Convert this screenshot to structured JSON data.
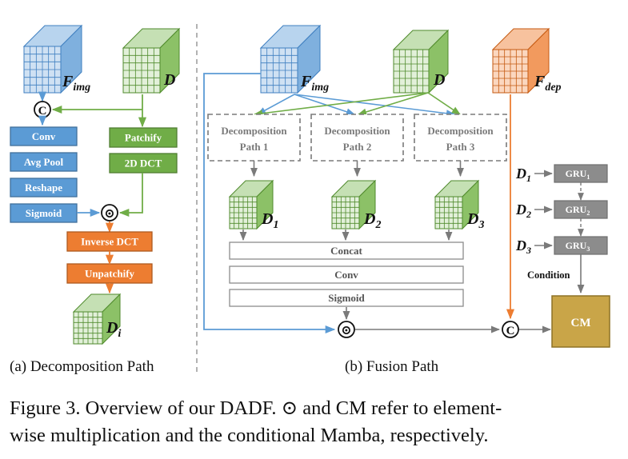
{
  "panel_a": {
    "caption": "(a) Decomposition Path",
    "cube_fimg": {
      "main": "F",
      "sub": "img"
    },
    "cube_d": "D",
    "cube_di": {
      "main": "D",
      "sub": "i"
    },
    "concat_symbol": "C",
    "mult_symbol": "⊙",
    "blue_boxes": [
      "Conv",
      "Avg Pool",
      "Reshape",
      "Sigmoid"
    ],
    "green_boxes": [
      "Patchify",
      "2D DCT"
    ],
    "orange_boxes": [
      "Inverse DCT",
      "Unpatchify"
    ]
  },
  "panel_b": {
    "caption": "(b) Fusion Path",
    "cube_fimg": {
      "main": "F",
      "sub": "img"
    },
    "cube_d": "D",
    "cube_fdep": {
      "main": "F",
      "sub": "dep"
    },
    "paths": [
      {
        "line1": "Decomposition",
        "line2": "Path 1"
      },
      {
        "line1": "Decomposition",
        "line2": "Path 2"
      },
      {
        "line1": "Decomposition",
        "line2": "Path 3"
      }
    ],
    "outputs": [
      {
        "main": "D",
        "sub": "1"
      },
      {
        "main": "D",
        "sub": "2"
      },
      {
        "main": "D",
        "sub": "3"
      }
    ],
    "stack": [
      "Concat",
      "Conv",
      "Sigmoid"
    ],
    "gru_inputs": [
      {
        "main": "D",
        "sub": "1"
      },
      {
        "main": "D",
        "sub": "2"
      },
      {
        "main": "D",
        "sub": "3"
      }
    ],
    "gru_units": [
      {
        "main": "GRU",
        "sub": "1"
      },
      {
        "main": "GRU",
        "sub": "2"
      },
      {
        "main": "GRU",
        "sub": "3"
      }
    ],
    "condition_label": "Condition",
    "cm_label": "CM",
    "mult_symbol": "⊙",
    "concat_symbol": "C"
  },
  "caption": {
    "line1": "Figure 3.  Overview of our DADF. ⊙ and CM refer to element-",
    "line2": "wise multiplication and the conditional Mamba, respectively."
  },
  "colors": {
    "blue": "#5b9bd5",
    "blue_stroke": "#41719c",
    "green": "#70ad47",
    "green_stroke": "#507e32",
    "orange": "#ed7d31",
    "orange_stroke": "#ae5a21",
    "gray": "#8c8c8c",
    "cm_fill": "#c9a548"
  }
}
